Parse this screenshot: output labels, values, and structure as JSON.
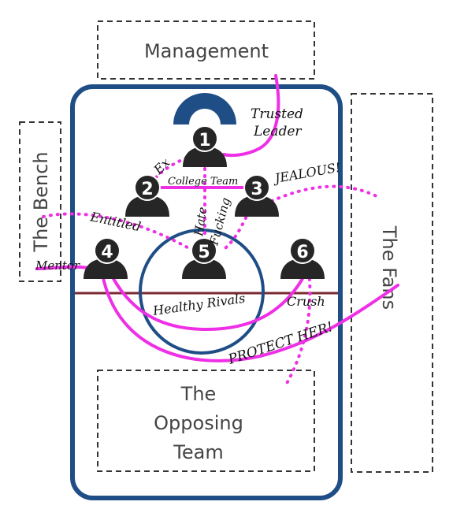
{
  "boxes": {
    "management": "Management",
    "bench": "The Bench",
    "fans": "The Fans",
    "opposing_line1": "The",
    "opposing_line2": "Opposing",
    "opposing_line3": "Team"
  },
  "players": [
    {
      "number": "1"
    },
    {
      "number": "2"
    },
    {
      "number": "3"
    },
    {
      "number": "4"
    },
    {
      "number": "5"
    },
    {
      "number": "6"
    }
  ],
  "relationships": {
    "trusted_line1": "Trusted",
    "trusted_line2": "Leader",
    "ex": "Ex",
    "college_team": "College Team",
    "jealous": "JEALOUS!",
    "entitled": "Entitled",
    "hate": "Hate",
    "fucking": "Fucking",
    "mentor": "Mentor",
    "healthy_rivals": "Healthy Rivals",
    "crush": "Crush",
    "protect_her": "PROTECT HER!"
  },
  "colors": {
    "rink": "#1f4e86",
    "player": "#262626",
    "magenta": "#ee2fe6",
    "center_line": "#7a2a32",
    "dashed_box": "#333333"
  }
}
